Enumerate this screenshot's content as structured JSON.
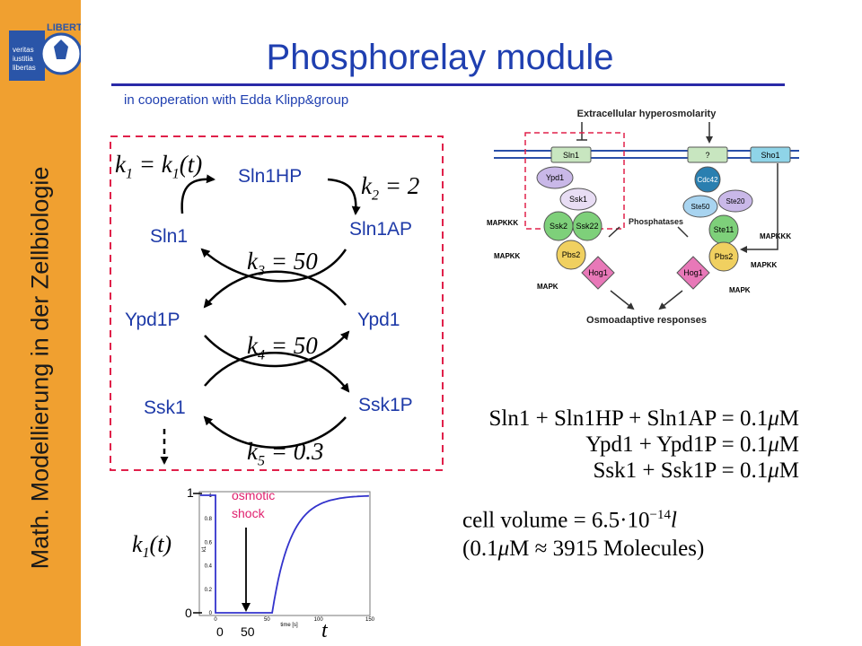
{
  "sidebar": {
    "text": "Math. Modellierung in der Zellbiologie"
  },
  "logo": {
    "line1": "veritas",
    "line2": "iustitia",
    "line3": "libertas",
    "banner": "LIBERTAS"
  },
  "header": {
    "title": "Phosphorelay module",
    "subtitle": "in cooperation with Edda Klipp&group"
  },
  "species": {
    "sln1": "Sln1",
    "sln1hp": "Sln1HP",
    "sln1ap": "Sln1AP",
    "ypd1p": "Ypd1P",
    "ypd1": "Ypd1",
    "ssk1": "Ssk1",
    "ssk1p": "Ssk1P"
  },
  "rates": {
    "k1": {
      "sym": "k",
      "sub": "1",
      "expr": " = k",
      "sub2": "1",
      "tail": "(t)"
    },
    "k2": {
      "sym": "k",
      "sub": "2",
      "val": " = 2"
    },
    "k3": {
      "sym": "k",
      "sub": "3",
      "val": " = 50"
    },
    "k4": {
      "sym": "k",
      "sub": "4",
      "val": " = 50"
    },
    "k5": {
      "sym": "k",
      "sub": "5",
      "val": " = 0.3"
    }
  },
  "conservation": {
    "eq1": "Sln1 + Sln1HP + Sln1AP = 0.1",
    "eq2": "Ypd1 + Ypd1P = 0.1",
    "eq3": "Ssk1 + Ssk1P = 0.1",
    "unit_mu": "μ",
    "unit_m": "M"
  },
  "volume": {
    "line1_pre": "cell volume = 6.5·10",
    "exp": "−14",
    "line1_unit": "l",
    "line2_pre": "(0.1",
    "line2_mu": "μ",
    "line2_post": "M ≈ 3915 Molecules)"
  },
  "pathway": {
    "top": "Extracellular hyperosmolarity",
    "sln1": "Sln1",
    "q": "?",
    "sho1": "Sho1",
    "ypd1": "Ypd1",
    "ssk1": "Ssk1",
    "ssk2": "Ssk2",
    "ssk22": "Ssk22",
    "pbs2a": "Pbs2",
    "hog1a": "Hog1",
    "cdc42": "Cdc42",
    "ste20": "Ste20",
    "ste50": "Ste50",
    "ste11": "Ste11",
    "pbs2b": "Pbs2",
    "hog1b": "Hog1",
    "phos": "Phosphatases",
    "mapkkk_l": "MAPKKK",
    "mapkk_l": "MAPKK",
    "mapk_l": "MAPK",
    "mapkkk_r": "MAPKKK",
    "mapkk_r": "MAPKK",
    "mapk_r": "MAPK",
    "bottom": "Osmoadaptive responses"
  },
  "plot": {
    "ylabel": "k1(t)",
    "y_tick_top": "1",
    "y_tick_bottom": "0",
    "x_tick_0": "0",
    "x_tick_50": "50",
    "xvar": "t",
    "shock_line1": "osmotic",
    "shock_line2": "shock",
    "inner_yticks": [
      "1",
      "0.8",
      "0.6",
      "0.4",
      "0.2",
      "0"
    ],
    "inner_xticks": [
      "0",
      "50",
      "100",
      "150"
    ],
    "inner_ylabel": "k1",
    "inner_xlabel": "time [s]",
    "line_color": "#3333cc"
  },
  "colors": {
    "accent": "#1f3fb0",
    "sidebar": "#f0a030",
    "dashed": "#e0204a"
  }
}
